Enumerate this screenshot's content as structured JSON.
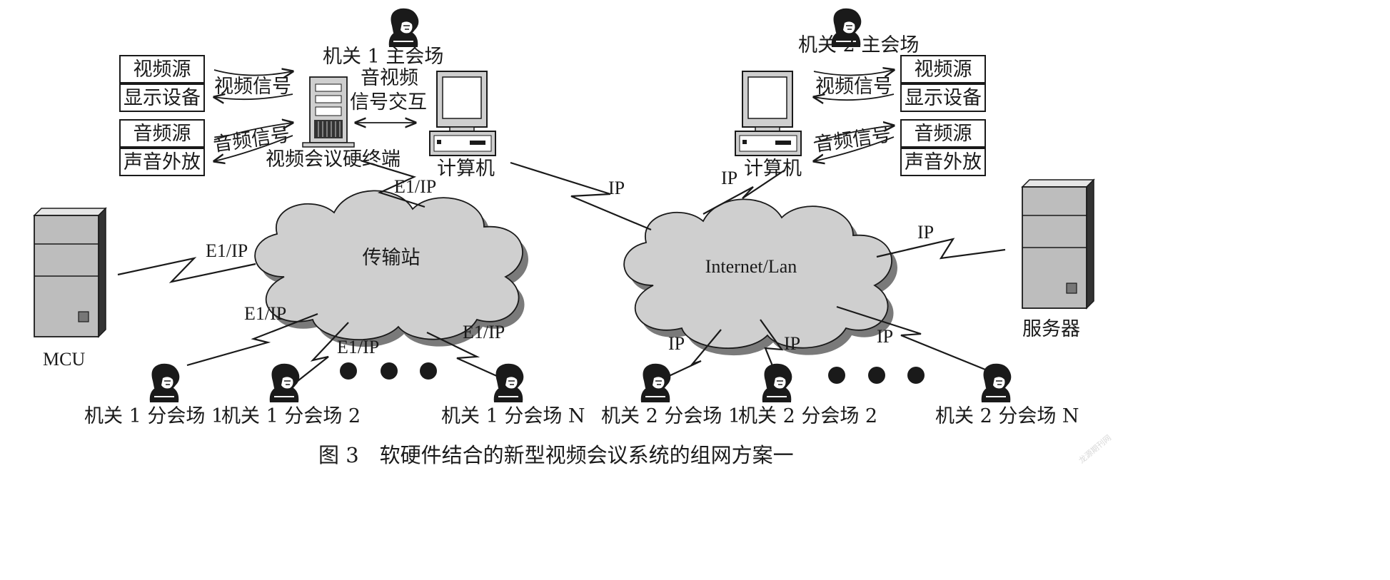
{
  "caption": "图 3　软硬件结合的新型视频会议系统的组网方案一",
  "watermark": "龙源期刊网",
  "venues": {
    "main1": "机关 1 主会场",
    "main2": "机关 2 主会场",
    "sub1_1": "机关 1 分会场 1",
    "sub1_2": "机关 1 分会场 2",
    "sub1_n": "机关 1 分会场 N",
    "sub2_1": "机关 2 分会场 1",
    "sub2_2": "机关 2 分会场 2",
    "sub2_n": "机关 2 分会场 N"
  },
  "left_site": {
    "boxes": [
      "视频源",
      "显示设备",
      "音频源",
      "声音外放"
    ],
    "video_signal": "视频信号",
    "audio_signal": "音频信号",
    "interaction_line1": "音视频",
    "interaction_line2": "信号交互",
    "terminal": "视频会议硬终端",
    "computer": "计算机"
  },
  "right_site": {
    "boxes": [
      "视频源",
      "显示设备",
      "音频源",
      "声音外放"
    ],
    "video_signal": "视频信号",
    "audio_signal": "音频信号",
    "computer": "计算机"
  },
  "clouds": {
    "left": "传输站",
    "right": "Internet/Lan"
  },
  "devices": {
    "mcu": "MCU",
    "server": "服务器"
  },
  "links": {
    "e1ip": "E1/IP",
    "ip": "IP"
  }
}
